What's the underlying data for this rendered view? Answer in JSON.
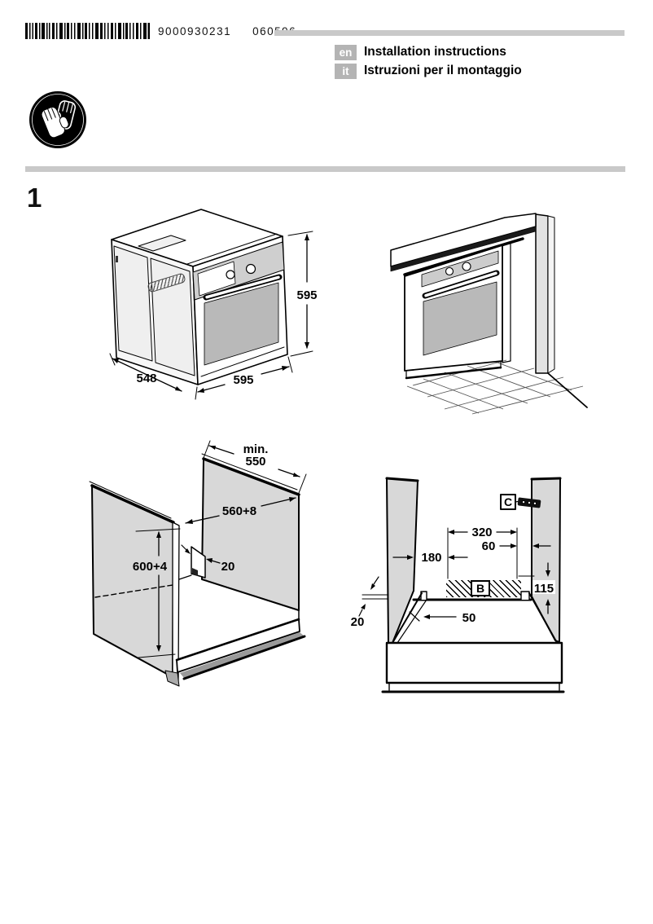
{
  "document": {
    "article_number": "9000930231",
    "print_code": "060596",
    "languages": [
      {
        "code": "en",
        "title": "Installation instructions"
      },
      {
        "code": "it",
        "title": "Istruzioni per il montaggio"
      }
    ],
    "section_number": "1"
  },
  "icons": {
    "safety": "protective-gloves-icon",
    "barcode": "barcode"
  },
  "figures": {
    "oven_dimensions": {
      "height_mm": "595",
      "width_mm": "595",
      "depth_mm": "548"
    },
    "niche": {
      "min_label": "min.",
      "min_value": "550",
      "width": "560+8",
      "height": "600+4",
      "rear_gap": "20"
    },
    "rear_connection": {
      "zone_width": "320",
      "zone_right_offset": "60",
      "zone_left_offset": "180",
      "zone_height": "115",
      "front_clearance": "50",
      "ledge_gap": "20",
      "zone_label": "B",
      "connection_label": "C"
    }
  },
  "colors": {
    "label_box_gray": "#b4b4b4",
    "bar_gray": "#c9c9c9",
    "panel_gray": "#d8d8d8",
    "glass_gray": "#b9b9b9"
  }
}
